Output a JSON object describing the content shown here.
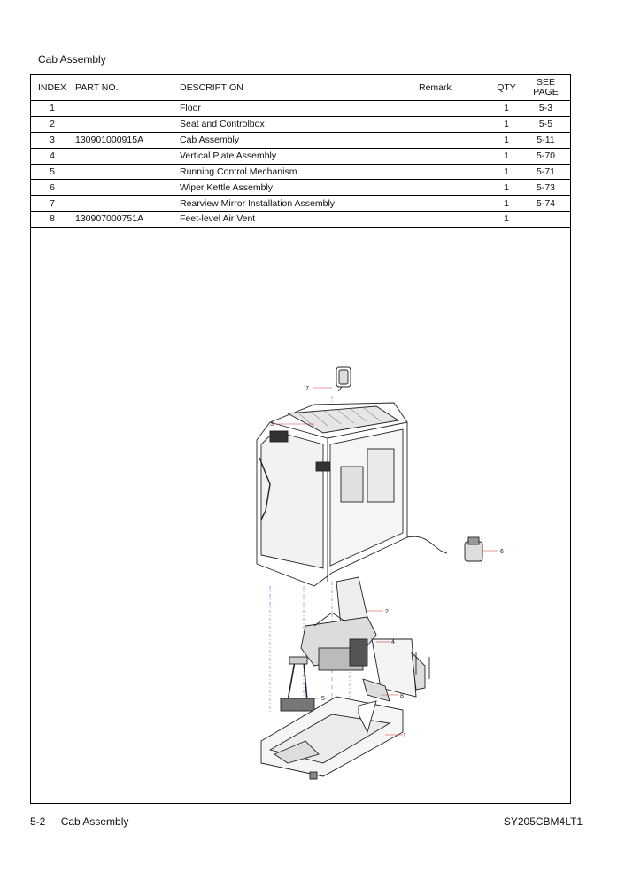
{
  "page": {
    "heading": "Cab Assembly"
  },
  "table": {
    "headers": {
      "index": "INDEX",
      "part_no": "PART NO.",
      "description": "DESCRIPTION",
      "remark": "Remark",
      "qty": "QTY",
      "see_page_line1": "SEE",
      "see_page_line2": "PAGE"
    },
    "rows": [
      {
        "index": "1",
        "part_no": "",
        "description": "Floor",
        "remark": "",
        "qty": "1",
        "see_page": "5-3"
      },
      {
        "index": "2",
        "part_no": "",
        "description": "Seat and Controlbox",
        "remark": "",
        "qty": "1",
        "see_page": "5-5"
      },
      {
        "index": "3",
        "part_no": "130901000915A",
        "description": "Cab Assembly",
        "remark": "",
        "qty": "1",
        "see_page": "5-11"
      },
      {
        "index": "4",
        "part_no": "",
        "description": "Vertical Plate Assembly",
        "remark": "",
        "qty": "1",
        "see_page": "5-70"
      },
      {
        "index": "5",
        "part_no": "",
        "description": "Running Control Mechanism",
        "remark": "",
        "qty": "1",
        "see_page": "5-71"
      },
      {
        "index": "6",
        "part_no": "",
        "description": "Wiper Kettle Assembly",
        "remark": "",
        "qty": "1",
        "see_page": "5-73"
      },
      {
        "index": "7",
        "part_no": "",
        "description": "Rearview Mirror Installation Assembly",
        "remark": "",
        "qty": "1",
        "see_page": "5-74"
      },
      {
        "index": "8",
        "part_no": "130907000751A",
        "description": "Feet-level Air Vent",
        "remark": "",
        "qty": "1",
        "see_page": ""
      }
    ]
  },
  "illustration": {
    "callouts": [
      "1",
      "2",
      "3",
      "4",
      "5",
      "6",
      "7",
      "8"
    ]
  },
  "footer": {
    "page_number": "5-2",
    "section": "Cab Assembly",
    "model_code": "SY205CBM4LT1"
  }
}
